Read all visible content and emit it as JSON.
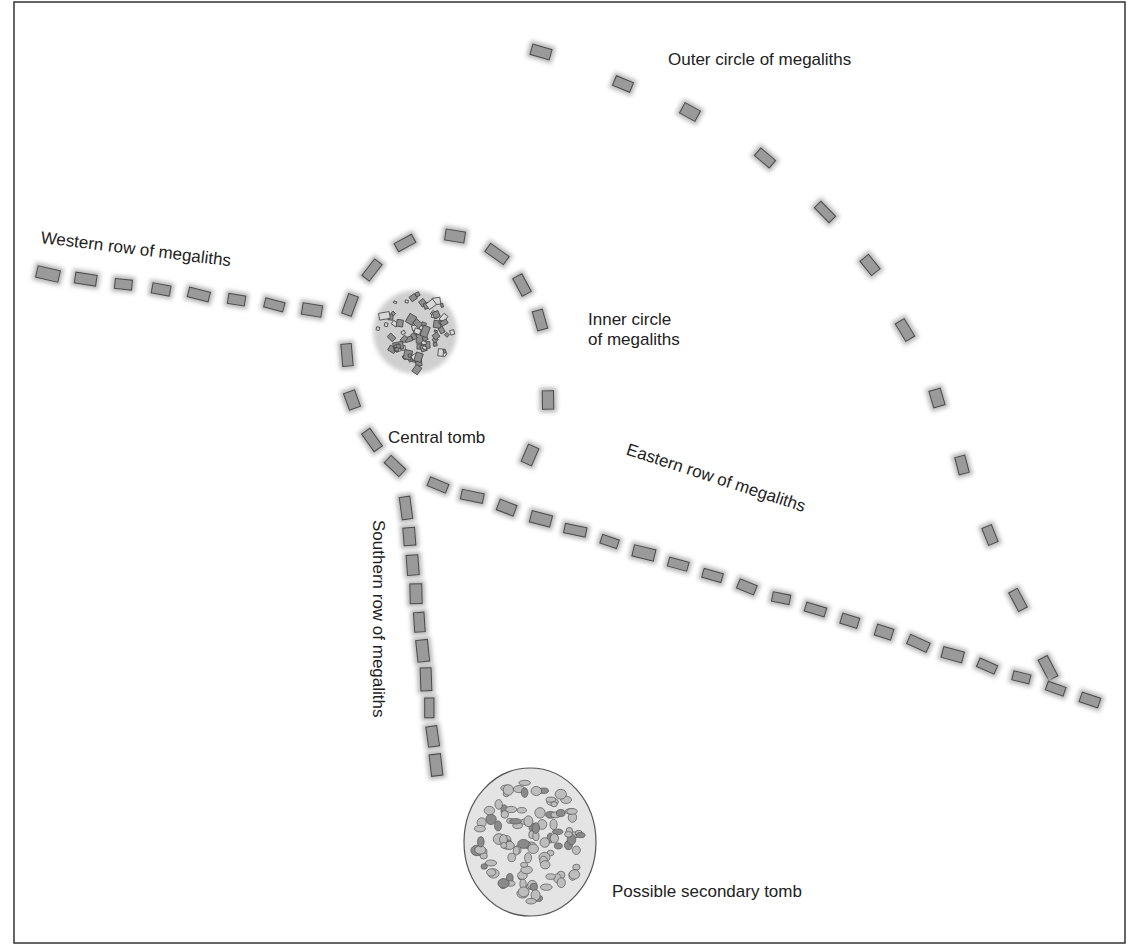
{
  "diagram": {
    "labels": [
      "Outer circle of megaliths",
      "Western row of megaliths",
      "Inner circle of megaliths",
      "Central tomb",
      "Eastern row of megaliths",
      "Southern row of megaliths",
      "Possible secondary tomb"
    ]
  }
}
